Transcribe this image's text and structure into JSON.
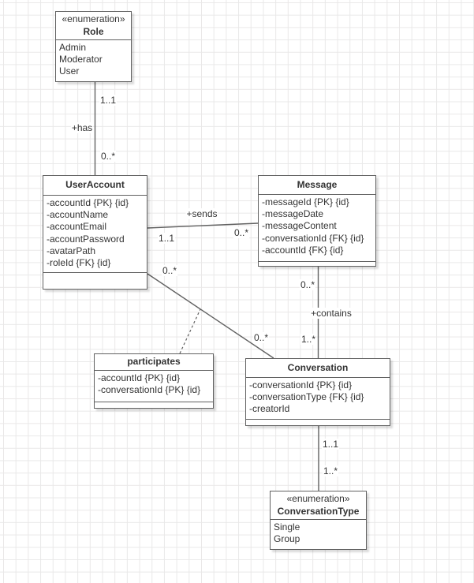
{
  "diagram": {
    "kind": "uml-class-diagram",
    "colors": {
      "background": "#ffffff",
      "grid": "#e9e8e8",
      "stroke": "#616161",
      "text": "#333333",
      "shape_fill": "#ffffff"
    }
  },
  "entities": {
    "role": {
      "stereotype": "«enumeration»",
      "name": "Role",
      "values": [
        "Admin",
        "Moderator",
        "User"
      ]
    },
    "userAccount": {
      "name": "UserAccount",
      "attributes": [
        "-accountId {PK} {id}",
        "-accountName",
        "-accountEmail",
        "-accountPassword",
        "-avatarPath",
        "-roleId {FK} {id}"
      ]
    },
    "message": {
      "name": "Message",
      "attributes": [
        "-messageId {PK} {id}",
        "-messageDate",
        "-messageContent",
        "-conversationId {FK} {id}",
        "-accountId {FK} {id}"
      ]
    },
    "participates": {
      "name": "participates",
      "attributes": [
        "-accountId {PK} {id}",
        "-conversationId {PK} {id}"
      ]
    },
    "conversation": {
      "name": "Conversation",
      "attributes": [
        "-conversationId {PK} {id}",
        "-conversationType {FK} {id}",
        "-creatorId"
      ]
    },
    "conversationType": {
      "stereotype": "«enumeration»",
      "name": "ConversationType",
      "values": [
        "Single",
        "Group"
      ]
    }
  },
  "edges": {
    "role_userAccount": {
      "sourceMultiplicity": "1..1",
      "name": "+has",
      "targetMultiplicity": "0..*"
    },
    "userAccount_message": {
      "name": "+sends",
      "sourceMultiplicity": "1..1",
      "targetMultiplicity": "0..*"
    },
    "message_conversation": {
      "sourceMultiplicity": "0..*",
      "name": "+contains",
      "targetMultiplicity": "1..*"
    },
    "userAccount_conversation": {
      "sourceMultiplicity": "0..*",
      "targetMultiplicity": "0..*"
    },
    "conversation_conversationType": {
      "sourceMultiplicity": "1..1",
      "targetMultiplicity": "1..*"
    }
  }
}
